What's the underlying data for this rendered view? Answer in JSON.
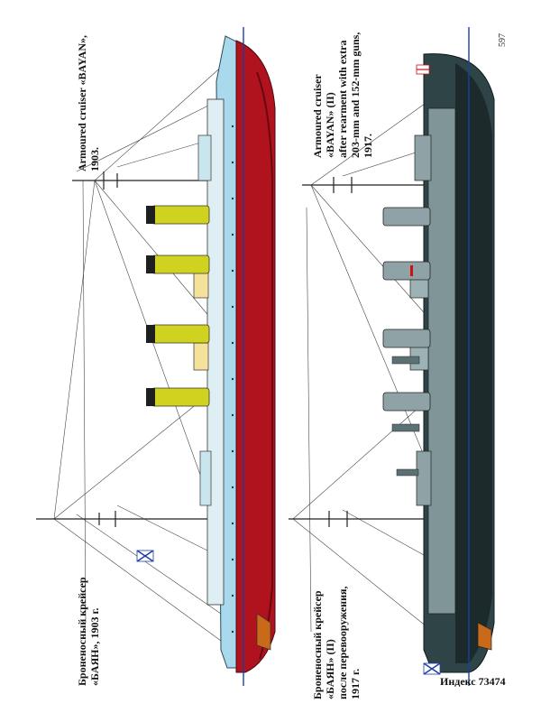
{
  "page_number": "597",
  "ship_1": {
    "caption_en": "Armoured cruiser «BAYAN»,\n1903.",
    "caption_ru": "Броненосный крейсер\n«БАЯН», 1903 г."
  },
  "ship_2": {
    "caption_en": "Armoured cruiser\n«BAYAN» (II)\nafter rearment with extra\n203-mm and 152-mm guns,\n1917.",
    "caption_ru": "Броненосный крейсер\n«БАЯН» (II)\nпосле перевооружения,\n1917 г."
  },
  "index_label": "Индекс 73474",
  "colors": {
    "hull_red": "#b0121e",
    "hull_light_blue": "#a9d9ec",
    "funnel_yellow": "#cfd21f",
    "deck_yellow": "#e8c21a",
    "hull_grey": "#2f4447",
    "superstructure_grey": "#8fa3a6",
    "waterline_blue": "#1b3fa8"
  }
}
